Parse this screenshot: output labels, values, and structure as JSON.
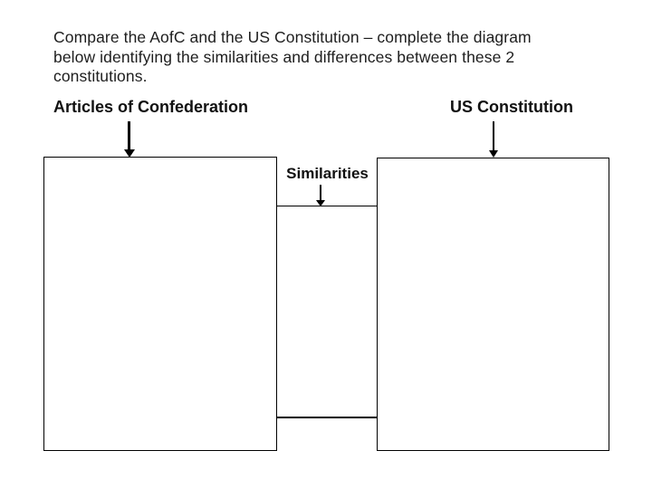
{
  "page": {
    "background_color": "#ffffff",
    "ink_color": "#000000",
    "text_color": "#1e1e1e"
  },
  "title": {
    "lines": [
      "Compare the AofC and the US Constitution – complete the diagram",
      "below identifying the similarities and differences between these 2",
      "constitutions."
    ]
  },
  "diagram": {
    "left_header": "Articles of Confederation",
    "right_header": "US Constitution",
    "middle_label": "Similarities"
  }
}
